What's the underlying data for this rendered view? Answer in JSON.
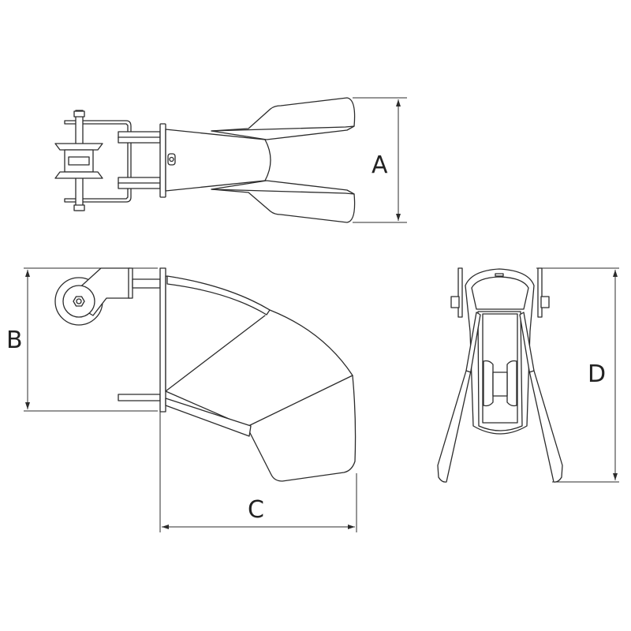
{
  "drawing": {
    "line_color": "#2b2b2b",
    "background": "#ffffff",
    "views": [
      {
        "name": "top-view",
        "dimension_label": "A"
      },
      {
        "name": "side-view",
        "dimension_labels": [
          "B",
          "C"
        ]
      },
      {
        "name": "front-view",
        "dimension_label": "D"
      }
    ]
  },
  "labels": {
    "a": "A",
    "b": "B",
    "c": "C",
    "d": "D"
  }
}
